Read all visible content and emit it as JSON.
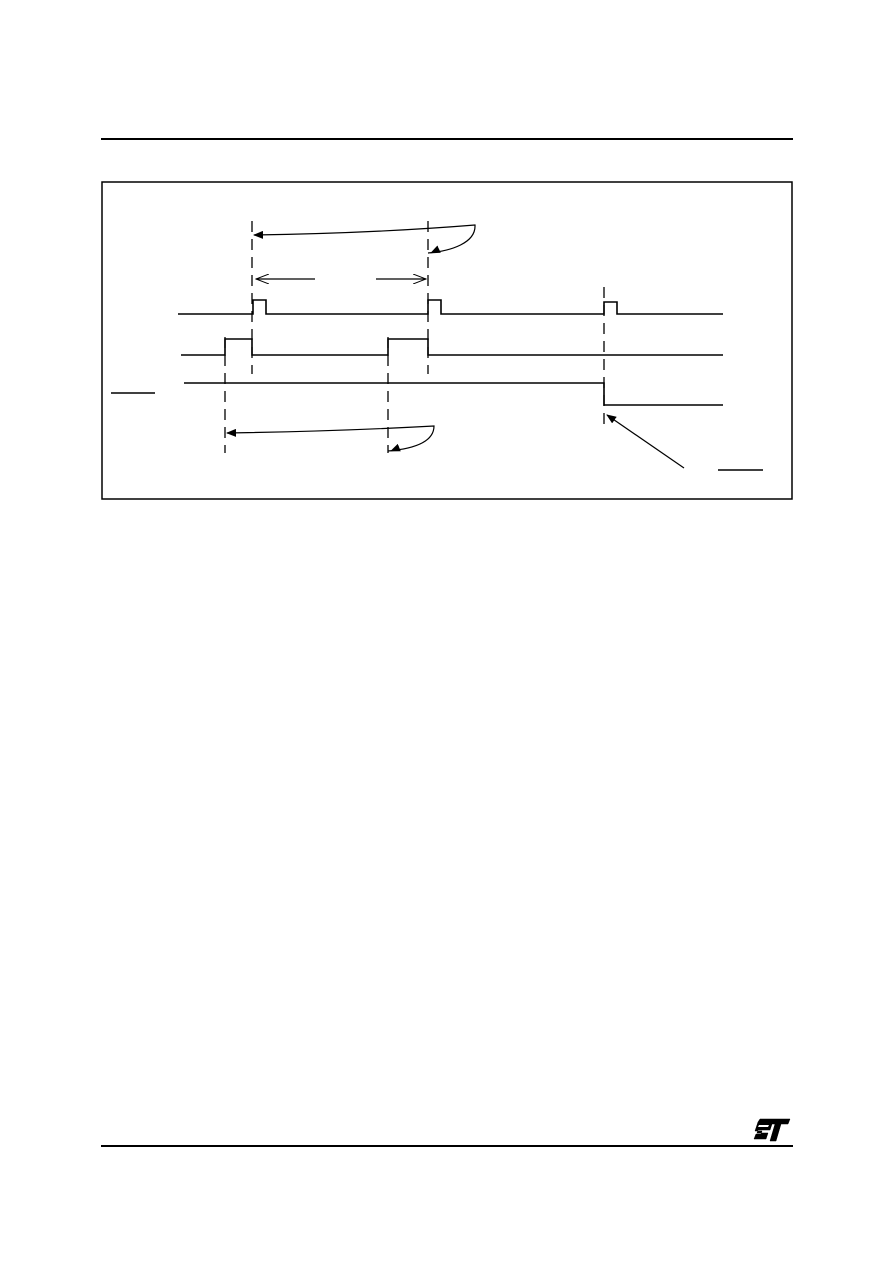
{
  "page": {
    "background": "#ffffff",
    "ink": "#000000"
  },
  "figure": {
    "type": "timing-diagram",
    "signals": [
      {
        "id": "top-pulse-train",
        "pulses": 3,
        "final_state": "low"
      },
      {
        "id": "middle-pulse-train",
        "pulses": 2,
        "final_state": "low"
      },
      {
        "id": "bottom-level-signal",
        "transitions": 1,
        "final_state": "low"
      }
    ],
    "annotations": {
      "top_curved_arrow": true,
      "period_double_arrow": true,
      "bottom_curved_arrow": true,
      "diagonal_pointer_arrow": true
    }
  },
  "footer": {
    "logo_icon": "st-logo-icon"
  }
}
